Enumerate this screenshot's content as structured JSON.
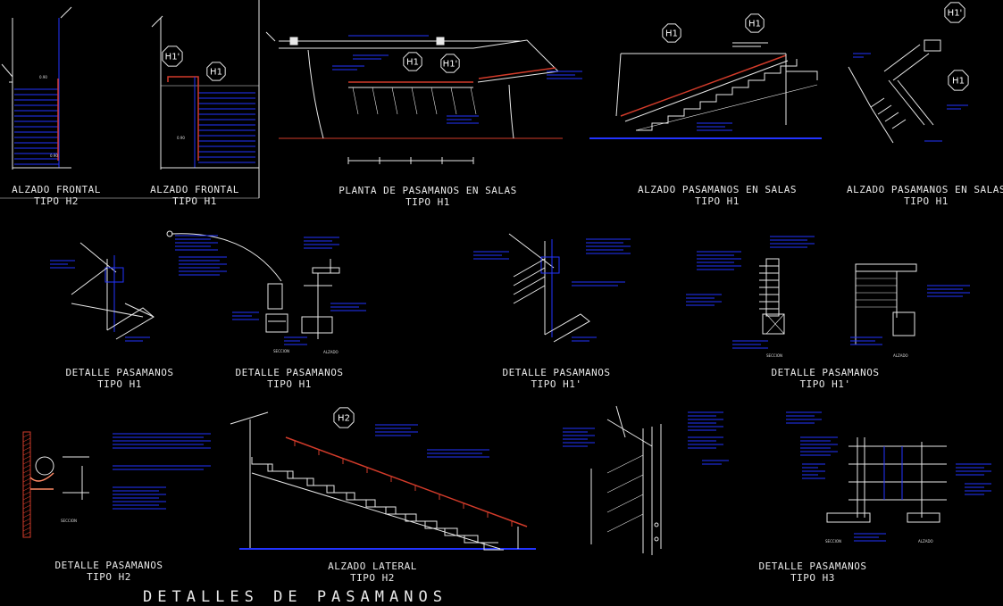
{
  "sheet_title": "DETALLES DE PASAMANOS",
  "drawings": [
    {
      "id": "alzado-frontal-h2",
      "line1": "ALZADO FRONTAL",
      "line2": "TIPO H2"
    },
    {
      "id": "alzado-frontal-h1",
      "line1": "ALZADO FRONTAL",
      "line2": "TIPO H1"
    },
    {
      "id": "planta-salas",
      "line1": "PLANTA DE PASAMANOS EN SALAS",
      "line2": "TIPO H1"
    },
    {
      "id": "alzado-salas-1",
      "line1": "ALZADO PASAMANOS EN SALAS",
      "line2": "TIPO H1"
    },
    {
      "id": "alzado-salas-2",
      "line1": "ALZADO PASAMANOS EN SALAS",
      "line2": "TIPO H1"
    },
    {
      "id": "detalle-h1-a",
      "line1": "DETALLE PASAMANOS",
      "line2": "TIPO H1"
    },
    {
      "id": "detalle-h1-b",
      "line1": "DETALLE PASAMANOS",
      "line2": "TIPO H1"
    },
    {
      "id": "detalle-h1p-a",
      "line1": "DETALLE PASAMANOS",
      "line2": "TIPO H1'"
    },
    {
      "id": "detalle-h1p-b",
      "line1": "DETALLE PASAMANOS",
      "line2": "TIPO H1'"
    },
    {
      "id": "detalle-h2",
      "line1": "DETALLE PASAMANOS",
      "line2": "TIPO H2"
    },
    {
      "id": "alzado-lateral-h2",
      "line1": "ALZADO LATERAL",
      "line2": "TIPO H2"
    },
    {
      "id": "detalle-h3",
      "line1": "DETALLE PASAMANOS",
      "line2": "TIPO H3"
    }
  ],
  "tags": {
    "h1": "H1",
    "h1_prime": "H1'",
    "h2": "H2"
  },
  "small_labels": {
    "seccion": "SECCION",
    "alzado": "ALZADO"
  },
  "colors": {
    "background": "#000000",
    "blue": "#2233ff",
    "white": "#e8e8e8",
    "red": "#d23b2a",
    "orange": "#ff8a66"
  }
}
